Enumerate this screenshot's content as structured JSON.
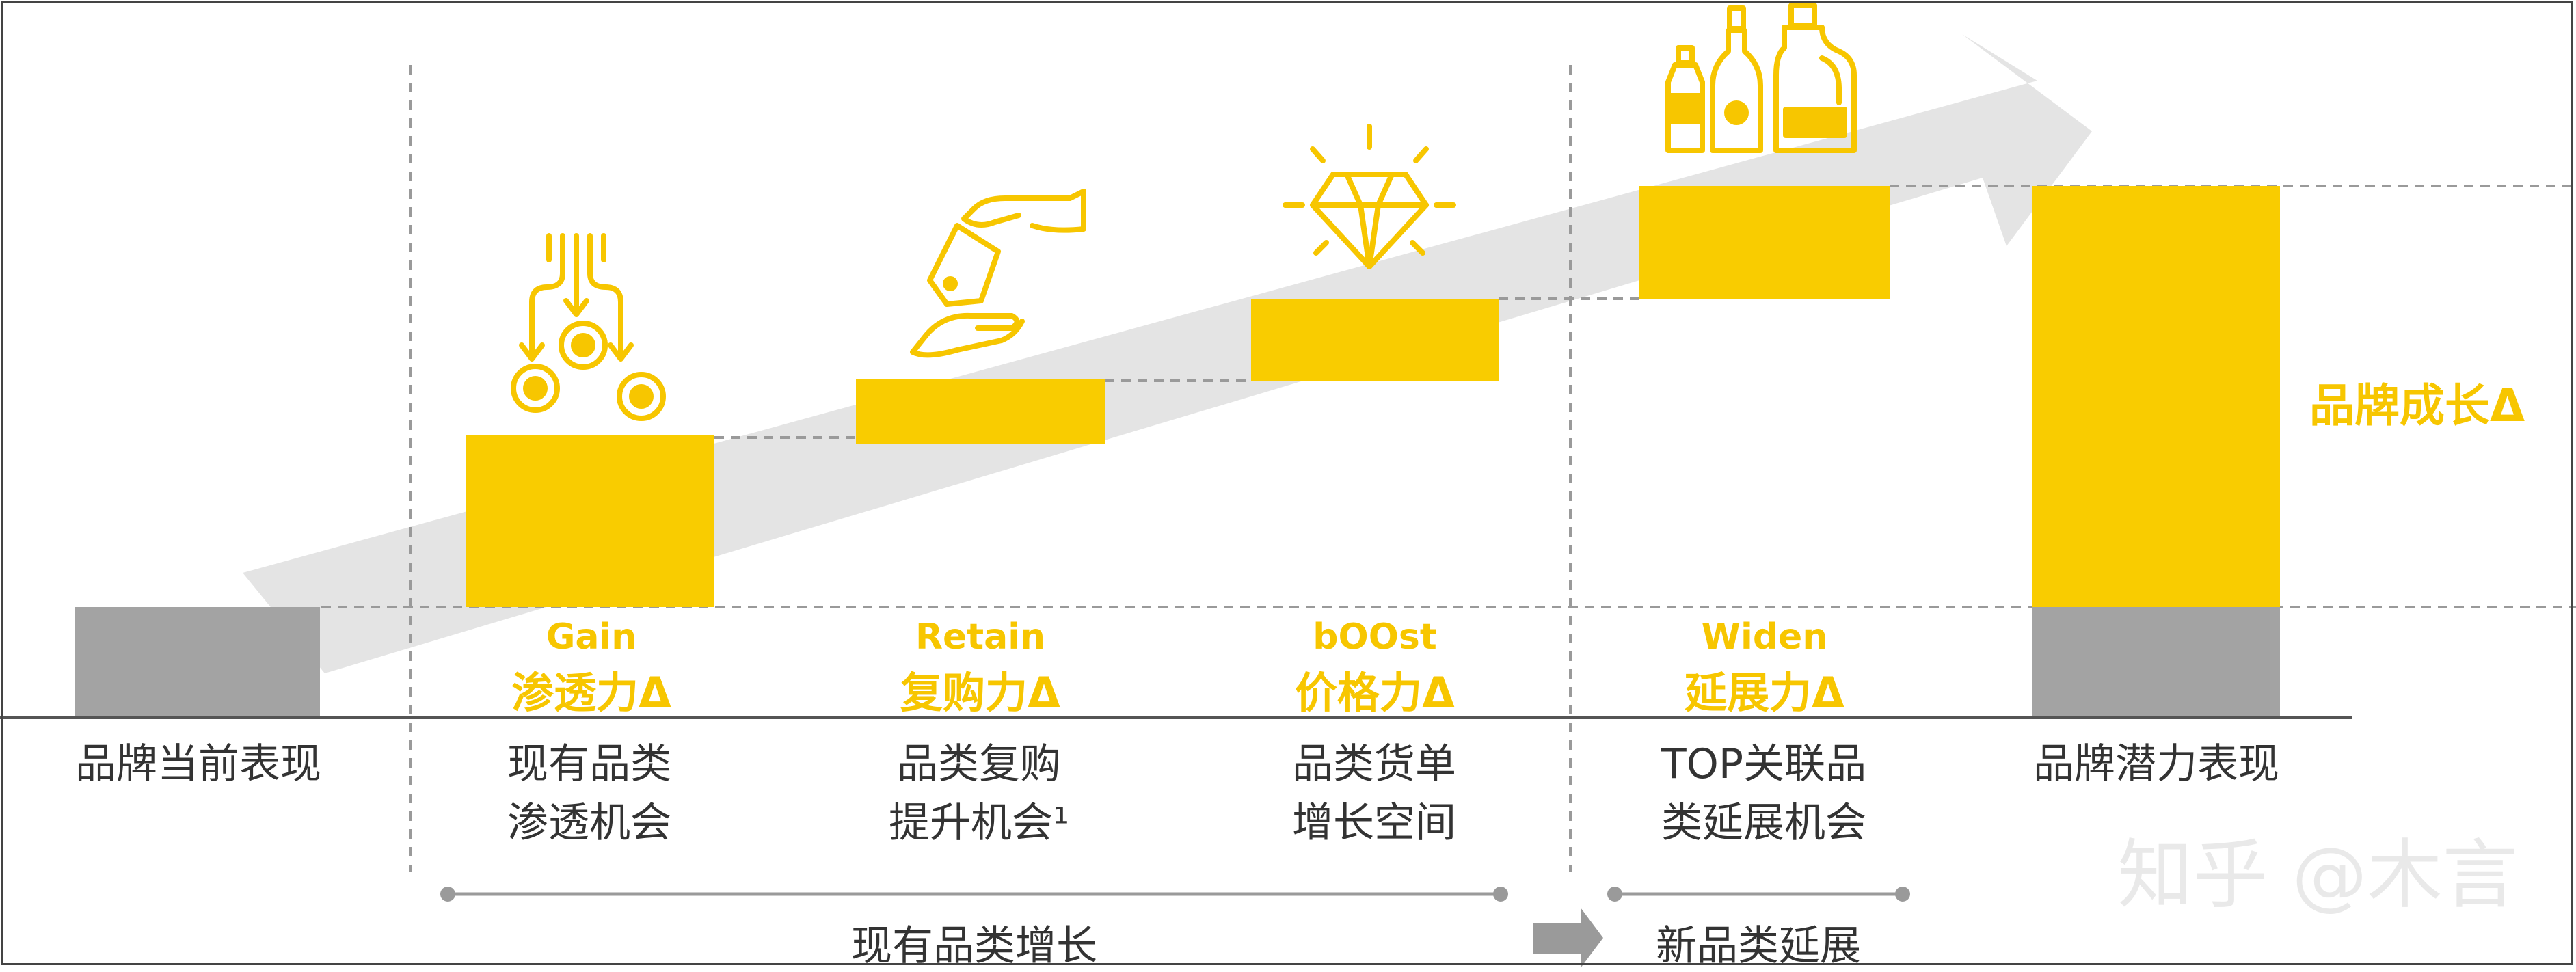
{
  "colors": {
    "accent": "#F9CC00",
    "gray": "#A3A3A3",
    "arrow": "#E4E4E4",
    "text": "#333333"
  },
  "chart_data": {
    "type": "waterfall",
    "start": {
      "label_lines": [
        "品牌当前表现"
      ]
    },
    "steps": [
      {
        "key": "gain",
        "en": "Gain",
        "zh": "渗透力Δ",
        "label_lines": [
          "现有品类",
          "渗透机会"
        ],
        "icon": "coins-funnel-icon"
      },
      {
        "key": "retain",
        "en": "Retain",
        "zh": "复购力Δ",
        "label_lines": [
          "品类复购",
          "提升机会¹"
        ],
        "icon": "hand-price-tag-icon"
      },
      {
        "key": "boost",
        "en": "bOOst",
        "zh": "价格力Δ",
        "label_lines": [
          "品类货单",
          "增长空间"
        ],
        "icon": "diamond-icon"
      },
      {
        "key": "widen",
        "en": "Widen",
        "zh": "延展力Δ",
        "label_lines": [
          "TOP关联品",
          "类延展机会"
        ],
        "icon": "bottles-icon"
      }
    ],
    "total": {
      "label_lines": [
        "品牌潜力表现"
      ],
      "growth_label": "品牌成长Δ"
    }
  },
  "groups": {
    "existing": "现有品类增长",
    "new": "新品类延展"
  },
  "watermark": "知乎 @木言"
}
